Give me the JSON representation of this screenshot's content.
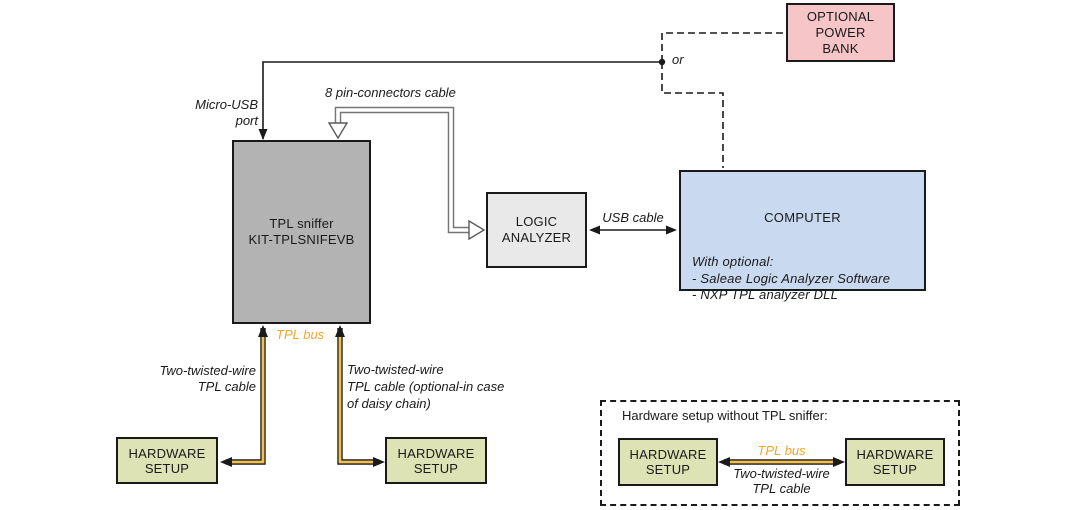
{
  "colors": {
    "power_bank_fill": "#f6c5c7",
    "computer_fill": "#c9daf0",
    "sniffer_fill": "#b3b3b3",
    "logic_fill": "#e9e9e9",
    "hardware_fill": "#dde3b4",
    "cable_yellow": "#f2c14d",
    "tpl_bus_text": "#efa62f"
  },
  "boxes": {
    "tpl_sniffer": {
      "label": "TPL sniffer\nKIT-TPLSNIFEVB"
    },
    "logic_analyzer": {
      "label": "LOGIC\nANALYZER"
    },
    "computer": {
      "title": "COMPUTER",
      "body": "With optional:\n- Saleae Logic Analyzer Software\n- NXP TPL analyzer DLL"
    },
    "power_bank": {
      "label": "OPTIONAL\nPOWER\nBANK"
    },
    "hardware_left": {
      "label": "HARDWARE\nSETUP"
    },
    "hardware_mid": {
      "label": "HARDWARE\nSETUP"
    }
  },
  "labels": {
    "micro_usb": "Micro-USB\nport",
    "eight_pin": "8 pin-connectors cable",
    "usb_cable": "USB cable",
    "or": "or",
    "tpl_bus": "TPL bus",
    "left_cable": "Two-twisted-wire\nTPL cable",
    "mid_cable": "Two-twisted-wire\nTPL cable (optional-in case\nof daisy chain)"
  },
  "inset": {
    "title": "Hardware setup without TPL sniffer:",
    "hardware_left": {
      "label": "HARDWARE\nSETUP"
    },
    "hardware_right": {
      "label": "HARDWARE\nSETUP"
    },
    "tpl_bus_label": "TPL bus",
    "cable_label": "Two-twisted-wire\nTPL cable"
  }
}
